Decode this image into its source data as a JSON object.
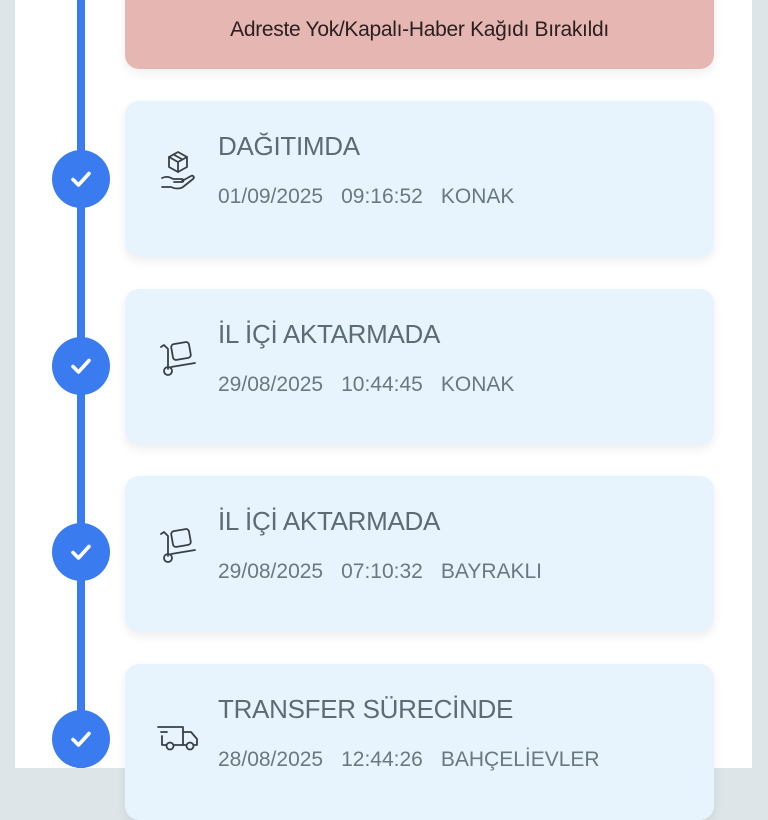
{
  "alert": {
    "text": "Adreste Yok/Kapalı-Haber Kağıdı Bırakıldı",
    "color": "#e5b6b2"
  },
  "timeline": {
    "accent_color": "#3a7bef",
    "events": [
      {
        "status": "DAĞITIMDA",
        "date": "01/09/2025",
        "time": "09:16:52",
        "location": "KONAK",
        "icon": "hand-package-icon",
        "completed": true
      },
      {
        "status": "İL İÇİ AKTARMADA",
        "date": "29/08/2025",
        "time": "10:44:45",
        "location": "KONAK",
        "icon": "hand-truck-icon",
        "completed": true
      },
      {
        "status": "İL İÇİ AKTARMADA",
        "date": "29/08/2025",
        "time": "07:10:32",
        "location": "BAYRAKLI",
        "icon": "hand-truck-icon",
        "completed": true
      },
      {
        "status": "TRANSFER SÜRECİNDE",
        "date": "28/08/2025",
        "time": "12:44:26",
        "location": "BAHÇELİEVLER",
        "icon": "delivery-truck-icon",
        "completed": true
      }
    ]
  }
}
